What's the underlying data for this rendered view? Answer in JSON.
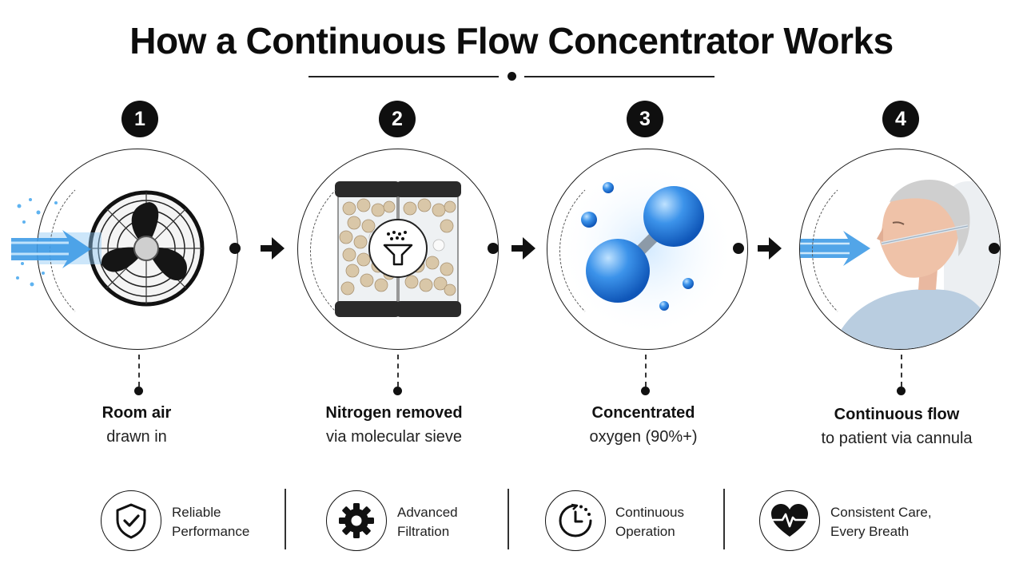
{
  "title": "How a Continuous Flow Concentrator Works",
  "steps": [
    {
      "number": "1",
      "illustration": "fan-icon",
      "caption_bold": "Room air",
      "caption_regular": "drawn in"
    },
    {
      "number": "2",
      "illustration": "molecular-sieve-canisters-icon",
      "caption_bold": "Nitrogen removed",
      "caption_regular": "via molecular sieve"
    },
    {
      "number": "3",
      "illustration": "oxygen-molecule-icon",
      "caption_bold": "Concentrated",
      "caption_regular": "oxygen (90%+)"
    },
    {
      "number": "4",
      "illustration": "patient-with-cannula-icon",
      "caption_bold": "Continuous flow",
      "caption_regular": "to patient via cannula"
    }
  ],
  "features": [
    {
      "icon": "shield-check-icon",
      "line1": "Reliable",
      "line2": "Performance"
    },
    {
      "icon": "gear-icon",
      "line1": "Advanced",
      "line2": "Filtration"
    },
    {
      "icon": "clock-icon",
      "line1": "Continuous",
      "line2": "Operation"
    },
    {
      "icon": "heart-pulse-icon",
      "line1": "Consistent Care,",
      "line2": "Every Breath"
    }
  ],
  "colors": {
    "accent_blue": "#2f8fe0",
    "ink": "#111111",
    "background": "#ffffff"
  }
}
